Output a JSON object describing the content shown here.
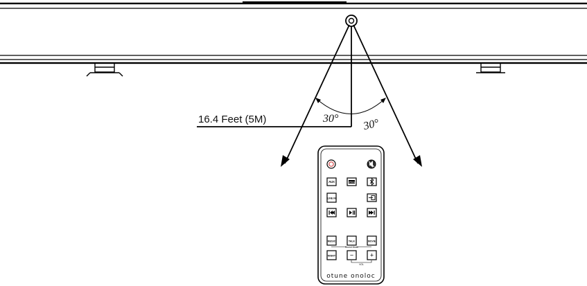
{
  "diagram": {
    "distance_label": "16.4 Feet (5M)",
    "angle_left": "30°",
    "angle_right": "30°"
  },
  "remote": {
    "brand": "otune onoloc",
    "buttons": {
      "aux": "AUX",
      "optical": "OPTICAL",
      "line_in": "LINE IN",
      "music": "MUSIC",
      "talk": "TALK",
      "movie": "MOVIE",
      "night": "NIGHT",
      "minus": "−",
      "plus": "+",
      "sound_mode": "Sound Mode",
      "vol": "VOL"
    },
    "icons": {
      "power": "power-icon",
      "mute": "mute-icon",
      "bluetooth": "bluetooth-icon",
      "input": "input-icon",
      "prev": "previous-icon",
      "play_pause": "play-pause-icon",
      "next": "next-icon"
    },
    "colors": {
      "power": "#d44a4a"
    }
  }
}
